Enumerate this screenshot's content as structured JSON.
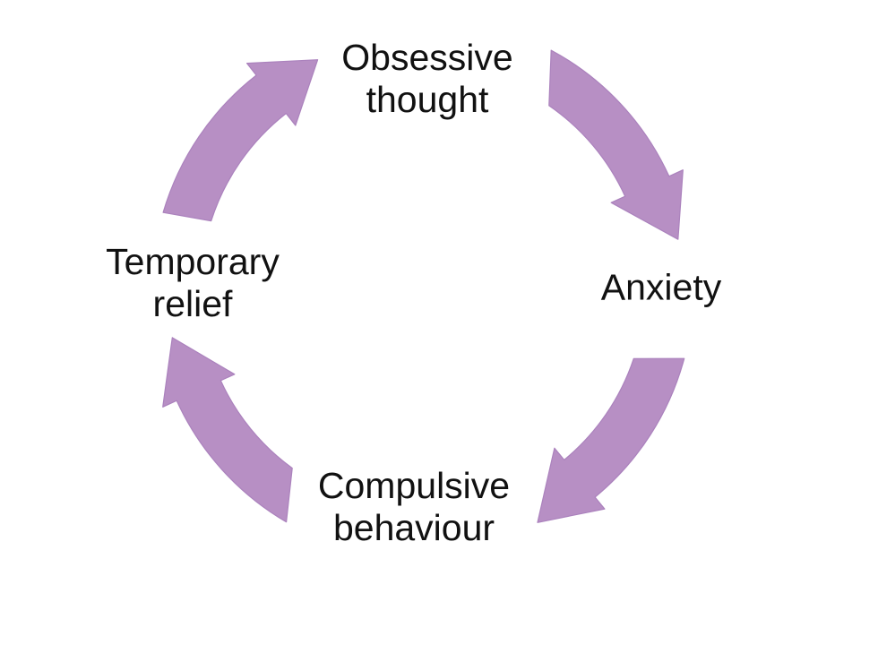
{
  "diagram": {
    "background_color": "#ffffff",
    "text_color": "#111111",
    "arrow_fill_color": "#b78fc4",
    "arrow_edge_color": "#ab82bd",
    "nodes": [
      {
        "id": "obsessive-thought",
        "label": "Obsessive\nthought"
      },
      {
        "id": "anxiety",
        "label": "Anxiety"
      },
      {
        "id": "compulsive-behaviour",
        "label": "Compulsive\nbehaviour"
      },
      {
        "id": "temporary-relief",
        "label": "Temporary\nrelief"
      }
    ],
    "arrows": [
      {
        "id": "arrow-obsessive-to-anxiety",
        "from": "obsessive-thought",
        "to": "anxiety"
      },
      {
        "id": "arrow-anxiety-to-compulsive",
        "from": "anxiety",
        "to": "compulsive-behaviour"
      },
      {
        "id": "arrow-compulsive-to-relief",
        "from": "compulsive-behaviour",
        "to": "temporary-relief"
      },
      {
        "id": "arrow-relief-to-obsessive",
        "from": "temporary-relief",
        "to": "obsessive-thought"
      }
    ]
  }
}
